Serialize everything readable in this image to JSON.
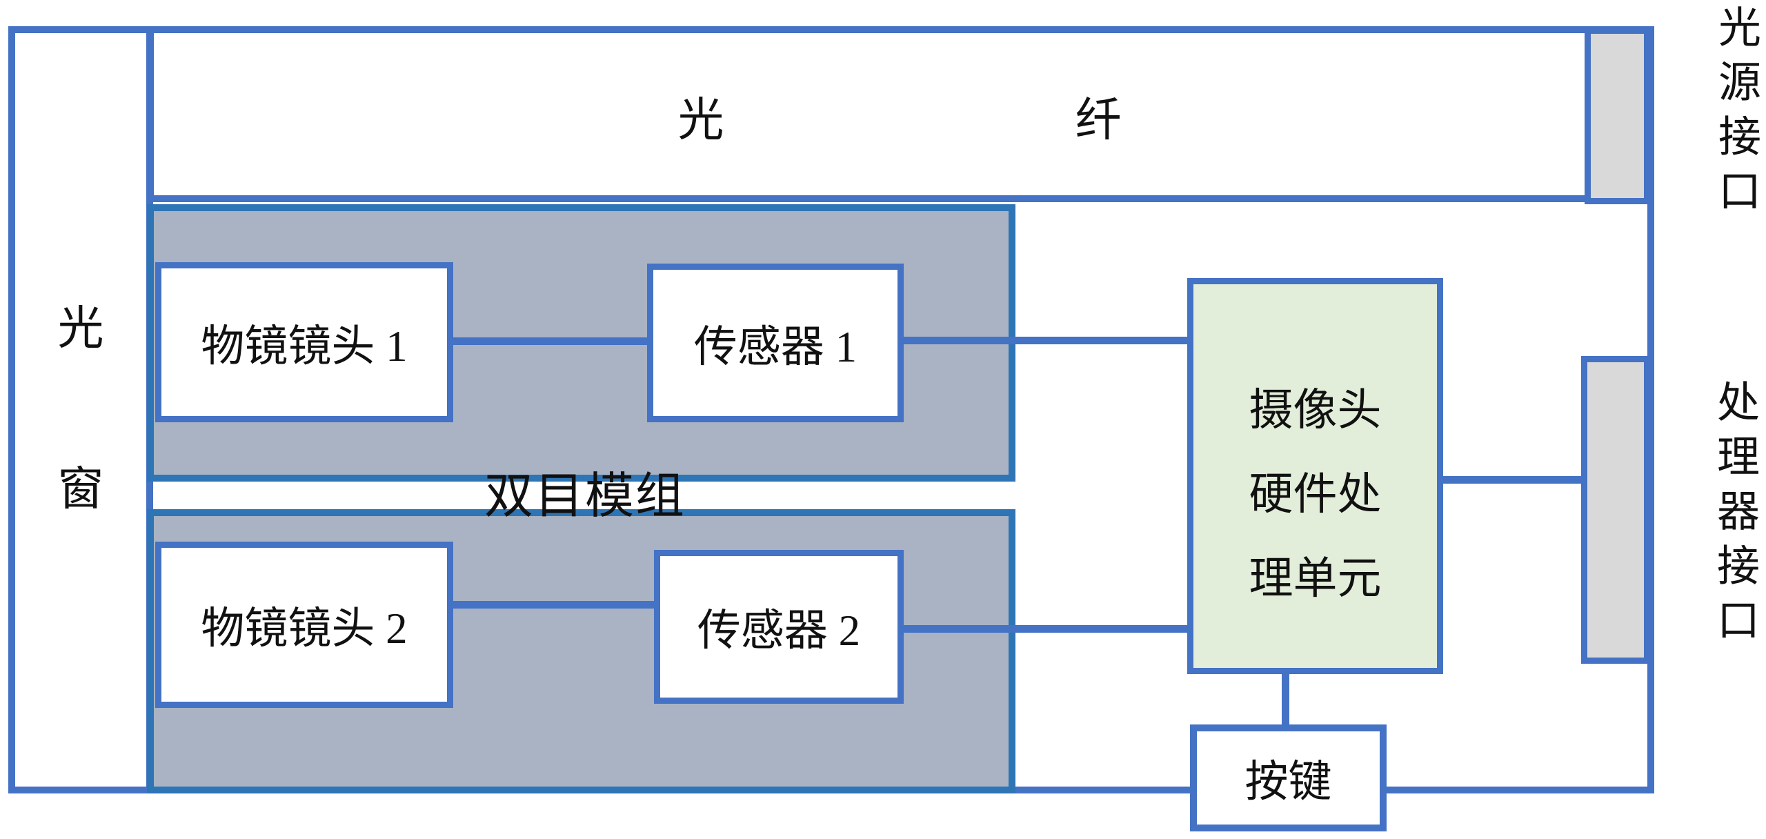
{
  "diagram": {
    "description": "Binocular endoscope camera hardware block diagram",
    "colors": {
      "border_blue": "#4472C4",
      "module_border_blue": "#2E75B6",
      "module_fill": "#A9B3C4",
      "processing_unit_fill": "#E2EDDA",
      "connector_fill": "#D9D9D9",
      "text": "#111111",
      "background": "#FFFFFF"
    },
    "blocks": {
      "light_window": {
        "label_top": "光",
        "label_bottom": "窗"
      },
      "optical_fiber": {
        "label_left": "光",
        "label_right": "纤"
      },
      "binocular_module": {
        "label": "双目模组"
      },
      "objective_lens_1": {
        "label": "物镜镜头 1"
      },
      "sensor_1": {
        "label": "传感器 1"
      },
      "objective_lens_2": {
        "label": "物镜镜头 2"
      },
      "sensor_2": {
        "label": "传感器 2"
      },
      "camera_processing_unit": {
        "line1": "摄像头",
        "line2": "硬件处",
        "line3": "理单元"
      },
      "button": {
        "label": "按键"
      }
    },
    "ports": {
      "light_source_port": {
        "label": "光源接口"
      },
      "processor_port": {
        "label": "处理器接口"
      }
    }
  }
}
